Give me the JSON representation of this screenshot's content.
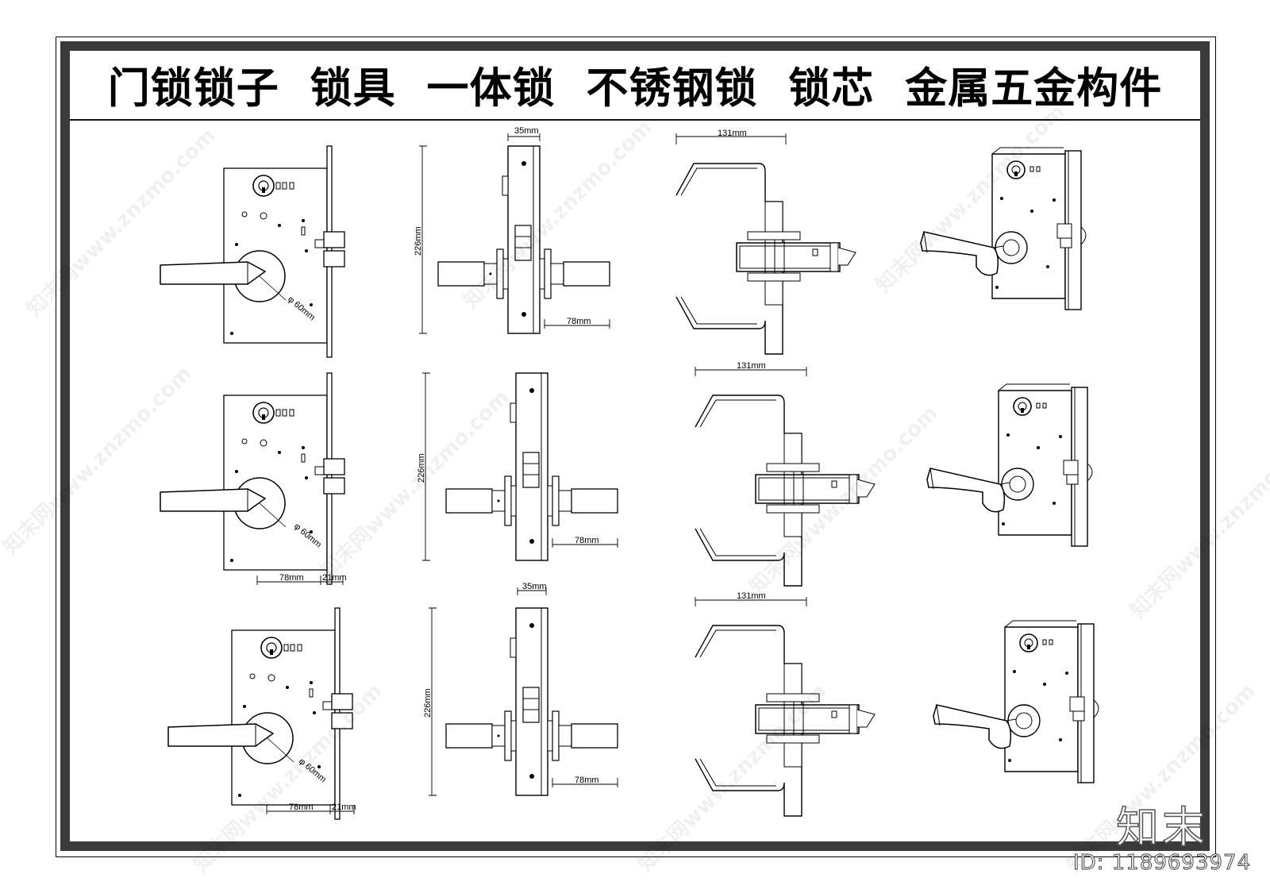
{
  "title": "门锁锁子  锁具  一体锁  不锈钢锁  锁芯  金属五金构件",
  "dimensions": {
    "width_35": "35mm",
    "width_131": "131mm",
    "height_226": "226mm",
    "depth_78": "78mm",
    "plate_21": "21mm",
    "rose_60": "φ 60mm"
  },
  "watermark": "知末网www.znzmo.com",
  "brand": "知末",
  "image_id": "ID: 1189693974"
}
